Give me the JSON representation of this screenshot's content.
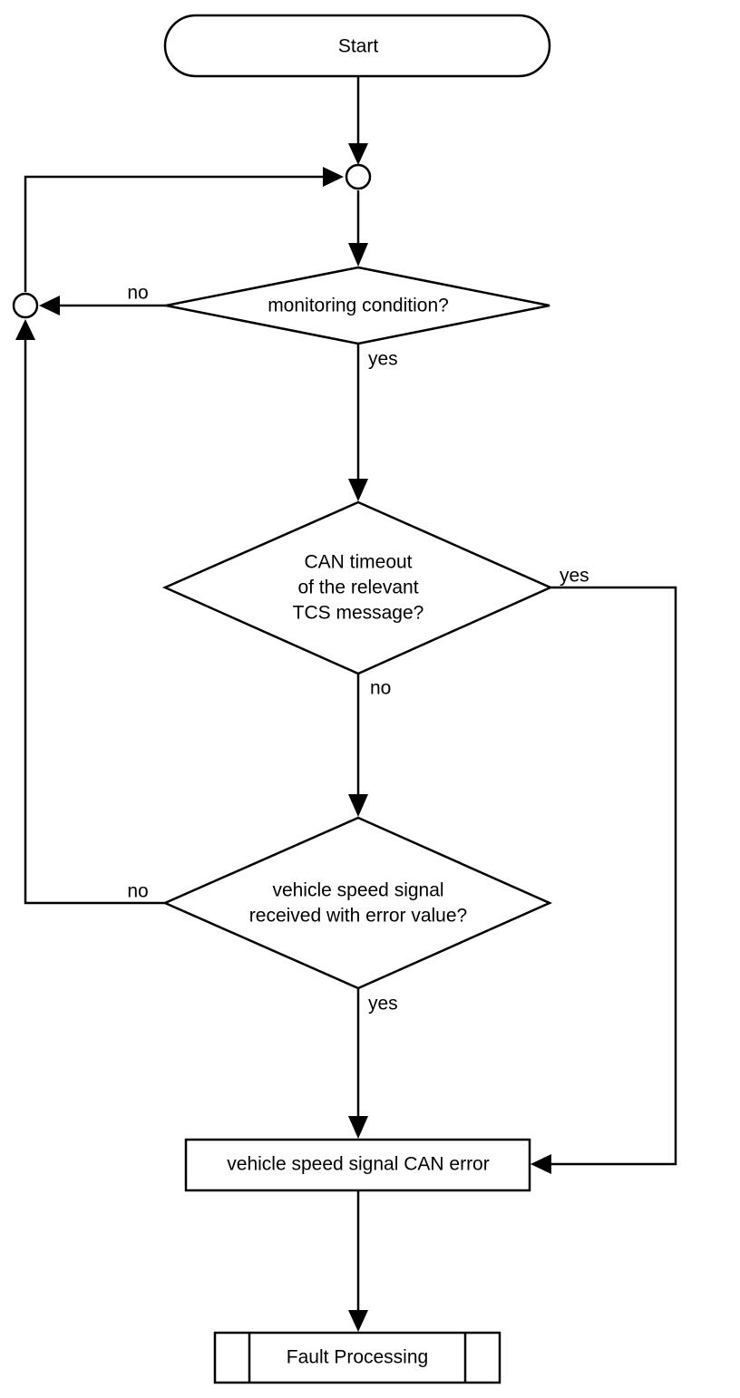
{
  "nodes": {
    "start": "Start",
    "monitoring_condition": "monitoring condition?",
    "can_timeout": [
      "CAN timeout",
      "of the relevant",
      "TCS message?"
    ],
    "vehicle_speed_check": [
      "vehicle speed signal",
      "received with error value?"
    ],
    "can_error": "vehicle speed signal CAN error",
    "fault_processing": "Fault Processing"
  },
  "edge_labels": {
    "monitoring_no": "no",
    "monitoring_yes": "yes",
    "timeout_yes": "yes",
    "timeout_no": "no",
    "speed_no": "no",
    "speed_yes": "yes"
  }
}
